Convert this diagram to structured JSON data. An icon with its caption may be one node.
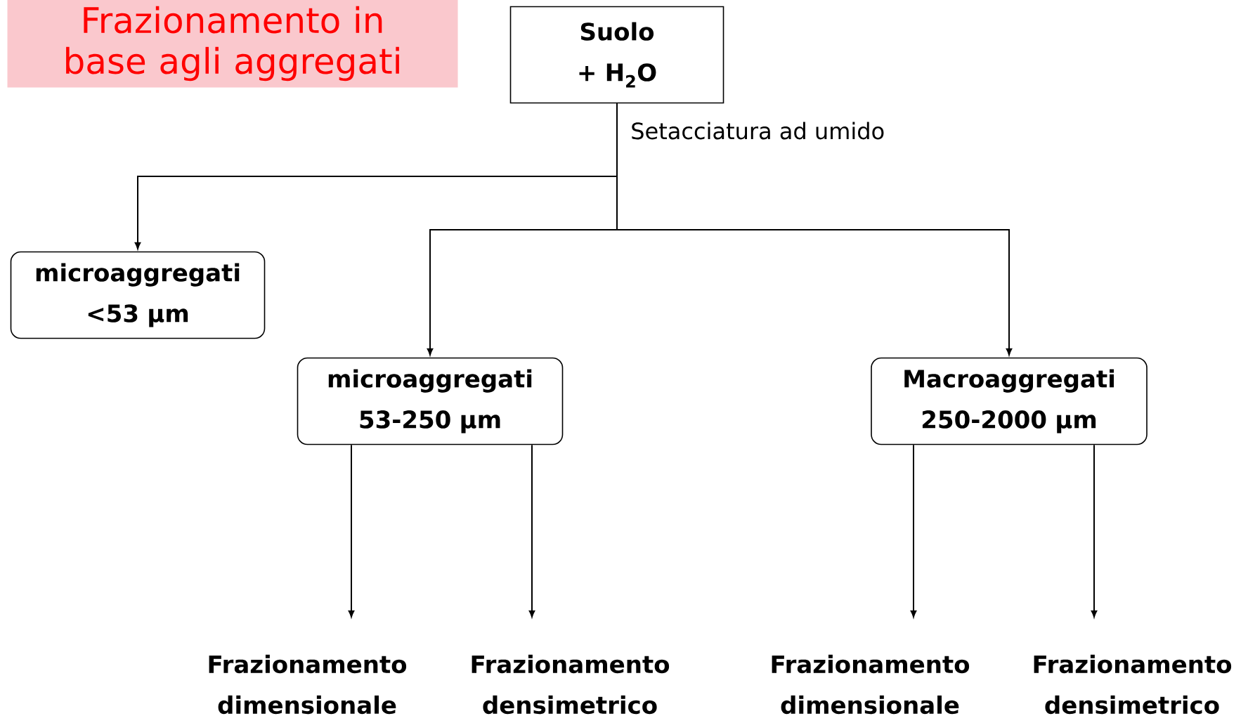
{
  "diagram": {
    "title": "Frazionamento in base agli aggregati",
    "nodes": [
      {
        "text": [
          "Suolo + H$_{2}$O"
        ]
      },
      {
        "text": [
          "microaggregati <53 μm"
        ]
      },
      {
        "text": [
          "microaggregati 53-250 μm"
        ]
      },
      {
        "text": [
          "Macroaggregati 250-2000 μm"
        ]
      },
      {
        "text": [
          "Frazionamento dimensionale"
        ]
      },
      {
        "text": [
          "Frazionamento densimetrico"
        ]
      },
      {
        "text": [
          "Frazionamento dimensionale"
        ]
      },
      {
        "text": [
          "Frazionamento densimetrico"
        ]
      }
    ],
    "edges": [
      {
        "from": 0,
        "to": 1,
        "arrow": "to"
      },
      {
        "from": 0,
        "to": 2,
        "arrow": "to"
      },
      {
        "from": 0,
        "to": 3,
        "arrow": "to"
      },
      {
        "from": 2,
        "to": 4,
        "arrow": "to"
      },
      {
        "from": 2,
        "to": 5,
        "arrow": "to"
      },
      {
        "from": 3,
        "to": 6,
        "arrow": "to"
      },
      {
        "from": 3,
        "to": 7,
        "arrow": "to"
      }
    ],
    "labels": [
      "Setacciatura  ad umido"
    ]
  }
}
